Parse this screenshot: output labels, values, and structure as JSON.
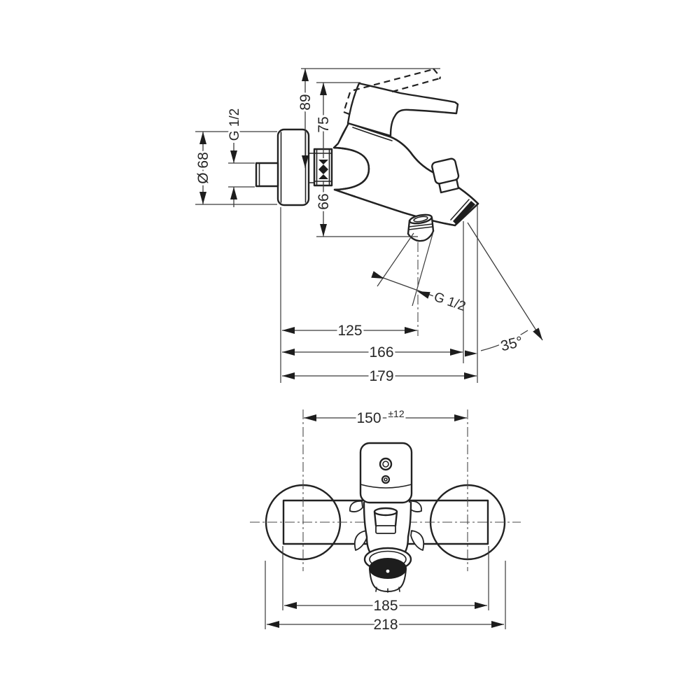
{
  "side_view": {
    "height_overall": "89",
    "height_to_handle": "75",
    "wall_thread": "G 1/2",
    "flange_diameter": "Ø 68",
    "height_to_outlet": "66",
    "shower_thread": "G 1/2",
    "depth_to_shower_outlet": "125",
    "depth_to_aerator": "166",
    "depth_overall": "179",
    "spout_angle": "35°"
  },
  "front_view": {
    "center_distance": "150",
    "center_tolerance": "±12",
    "body_width": "185",
    "overall_width": "218"
  },
  "colors": {
    "background": "#ffffff",
    "outline": "#222222",
    "dimension": "#3a3a3a",
    "arrow": "#1d1d1d"
  }
}
